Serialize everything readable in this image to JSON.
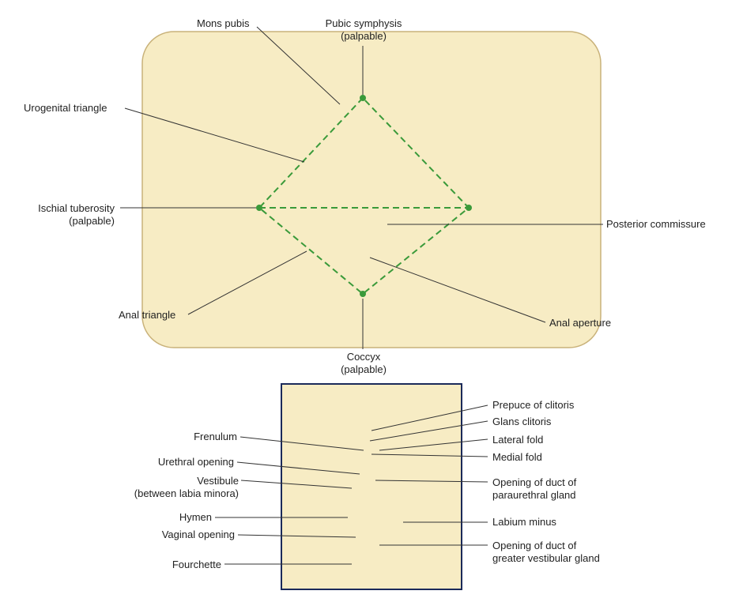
{
  "upper": {
    "labels": {
      "mons_pubis": "Mons pubis",
      "pubic_symphysis": "Pubic symphysis\n(palpable)",
      "urogenital_triangle": "Urogenital triangle",
      "ischial_tuberosity": "Ischial tuberosity\n(palpable)",
      "posterior_commissure": "Posterior commissure",
      "anal_triangle": "Anal triangle",
      "anal_aperture": "Anal aperture",
      "coccyx": "Coccyx\n(palpable)"
    }
  },
  "lower": {
    "left_labels": {
      "frenulum": "Frenulum",
      "urethral_opening": "Urethral opening",
      "vestibule": "Vestibule\n(between labia minora)",
      "hymen": "Hymen",
      "vaginal_opening": "Vaginal opening",
      "fourchette": "Fourchette"
    },
    "right_labels": {
      "prepuce": "Prepuce of clitoris",
      "glans": "Glans clitoris",
      "lateral_fold": "Lateral fold",
      "medial_fold": "Medial fold",
      "paraurethral": "Opening of duct of\nparaurethral gland",
      "labium_minus": "Labium minus",
      "vestibular": "Opening of duct of\ngreater vestibular gland"
    }
  },
  "colors": {
    "skin": "#f7ecc4",
    "skin_line": "#c9b27a",
    "dashed": "#3a9a3a",
    "leader": "#333333"
  }
}
